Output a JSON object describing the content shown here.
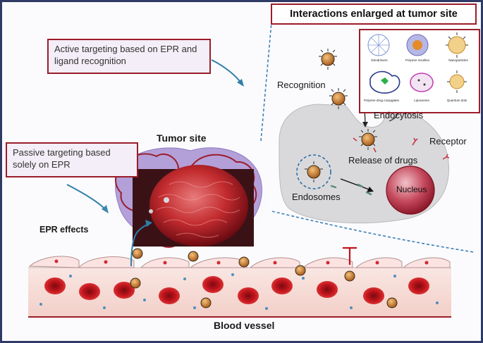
{
  "header": {
    "title": "Interactions enlarged at tumor site"
  },
  "callouts": {
    "active": "Active targeting based on EPR and ligand recognition",
    "passive": "Passive targeting based solely on EPR"
  },
  "labels": {
    "tumor_site": "Tumor site",
    "epr_effects": "EPR effects",
    "blood_vessel": "Blood vessel",
    "recognition": "Recognition",
    "endocytosis": "Endocytosis",
    "receptor": "Receptor",
    "release_of_drugs": "Release of drugs",
    "endosomes": "Endosomes",
    "nucleus": "Nucleus"
  },
  "nanocarrier_types": [
    "Dendrimers",
    "Polymer micelles",
    "Nanoparticles",
    "Polymer-drug conjugates",
    "Liposomes",
    "Quantum dots"
  ],
  "colors": {
    "accent_border": "#9b1d2b",
    "red_blood_cell": "#c0141c",
    "cell_body": "#d9d9db",
    "nucleus": "#b0243a",
    "vessel_wall": "#f6dcd8",
    "dash_line": "#3a7fb8"
  }
}
